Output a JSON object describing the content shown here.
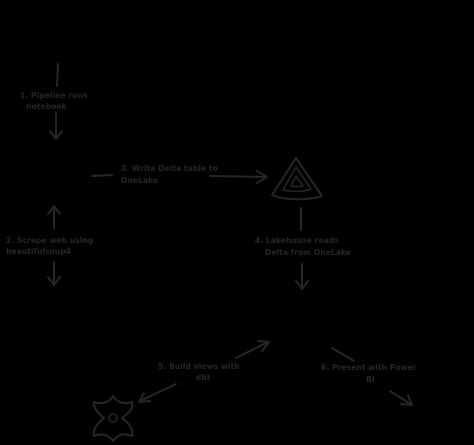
{
  "diagram": {
    "background": "#000000",
    "ink_color": "#262626",
    "steps": [
      {
        "id": "step1",
        "lines": [
          "1. Pipeline runs",
          "notebook"
        ]
      },
      {
        "id": "step2",
        "lines": [
          "2. Scrape web using",
          "beautifulsoup4"
        ]
      },
      {
        "id": "step3",
        "lines": [
          "3. Write Delta table to",
          "OneLake"
        ]
      },
      {
        "id": "step4",
        "lines": [
          "4. Lakehouse reads",
          "Delta from OneLake"
        ]
      },
      {
        "id": "step5",
        "lines": [
          "5. Build views with",
          "dbt"
        ]
      },
      {
        "id": "step6",
        "lines": [
          "6. Present with Power",
          "BI"
        ]
      }
    ],
    "icons": [
      "onelake-icon",
      "dbt-icon"
    ]
  }
}
